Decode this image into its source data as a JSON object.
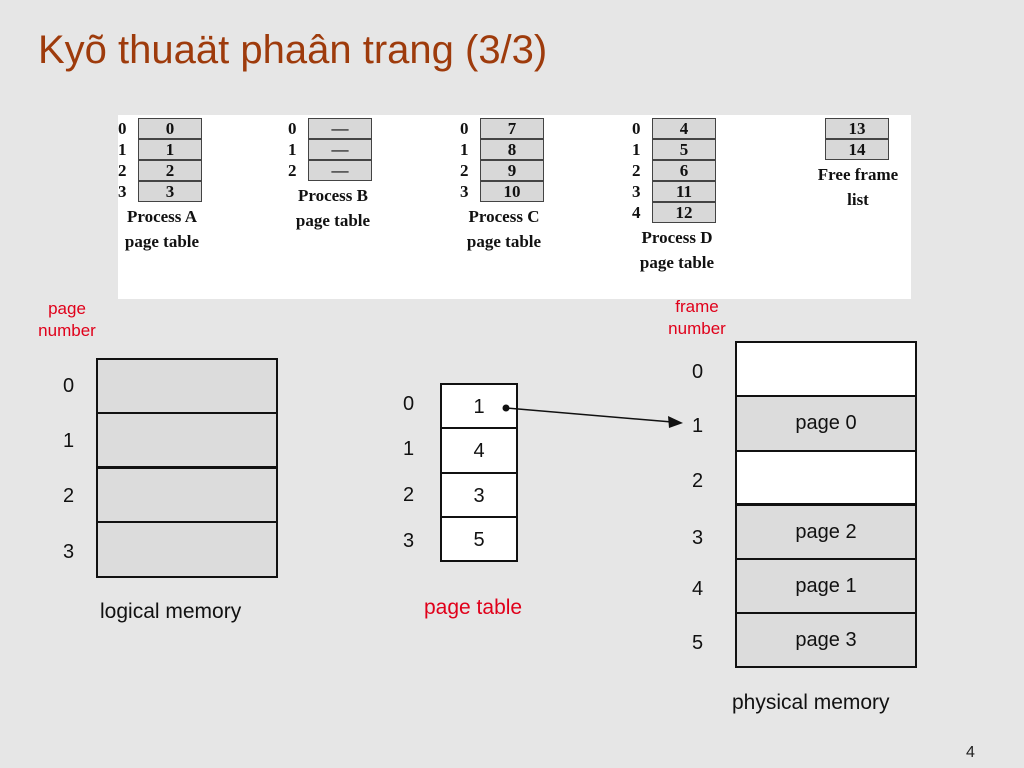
{
  "title": "Kyõ thuaät phaân trang (3/3)",
  "figure": {
    "process_a": {
      "indices": [
        "0",
        "1",
        "2",
        "3"
      ],
      "frames": [
        "0",
        "1",
        "2",
        "3"
      ],
      "caption": [
        "Process A",
        "page table"
      ]
    },
    "process_b": {
      "indices": [
        "0",
        "1",
        "2"
      ],
      "frames": [
        "—",
        "—",
        "—"
      ],
      "caption": [
        "Process B",
        "page table"
      ]
    },
    "process_c": {
      "indices": [
        "0",
        "1",
        "2",
        "3"
      ],
      "frames": [
        "7",
        "8",
        "9",
        "10"
      ],
      "caption": [
        "Process C",
        "page table"
      ]
    },
    "process_d": {
      "indices": [
        "0",
        "1",
        "2",
        "3",
        "4"
      ],
      "frames": [
        "4",
        "5",
        "6",
        "11",
        "12"
      ],
      "caption": [
        "Process D",
        "page table"
      ]
    },
    "free_list": {
      "frames": [
        "13",
        "14"
      ],
      "caption": [
        "Free frame",
        "list"
      ]
    }
  },
  "labels": {
    "page_number": [
      "page",
      "number"
    ],
    "frame_number": [
      "frame",
      "number"
    ],
    "logical_memory": "logical memory",
    "page_table": "page table",
    "physical_memory": "physical memory"
  },
  "logical_memory": {
    "indices": [
      "0",
      "1",
      "2",
      "3"
    ]
  },
  "page_table": {
    "indices": [
      "0",
      "1",
      "2",
      "3"
    ],
    "values": [
      "1",
      "4",
      "3",
      "5"
    ]
  },
  "physical_memory": {
    "indices": [
      "0",
      "1",
      "2",
      "3",
      "4",
      "5"
    ],
    "contents": [
      "",
      "page 0",
      "",
      "page 2",
      "page 1",
      "page 3"
    ]
  },
  "page_number_footer": "4",
  "colors": {
    "title": "#9e3b0c",
    "accent_red": "#e0001a"
  }
}
